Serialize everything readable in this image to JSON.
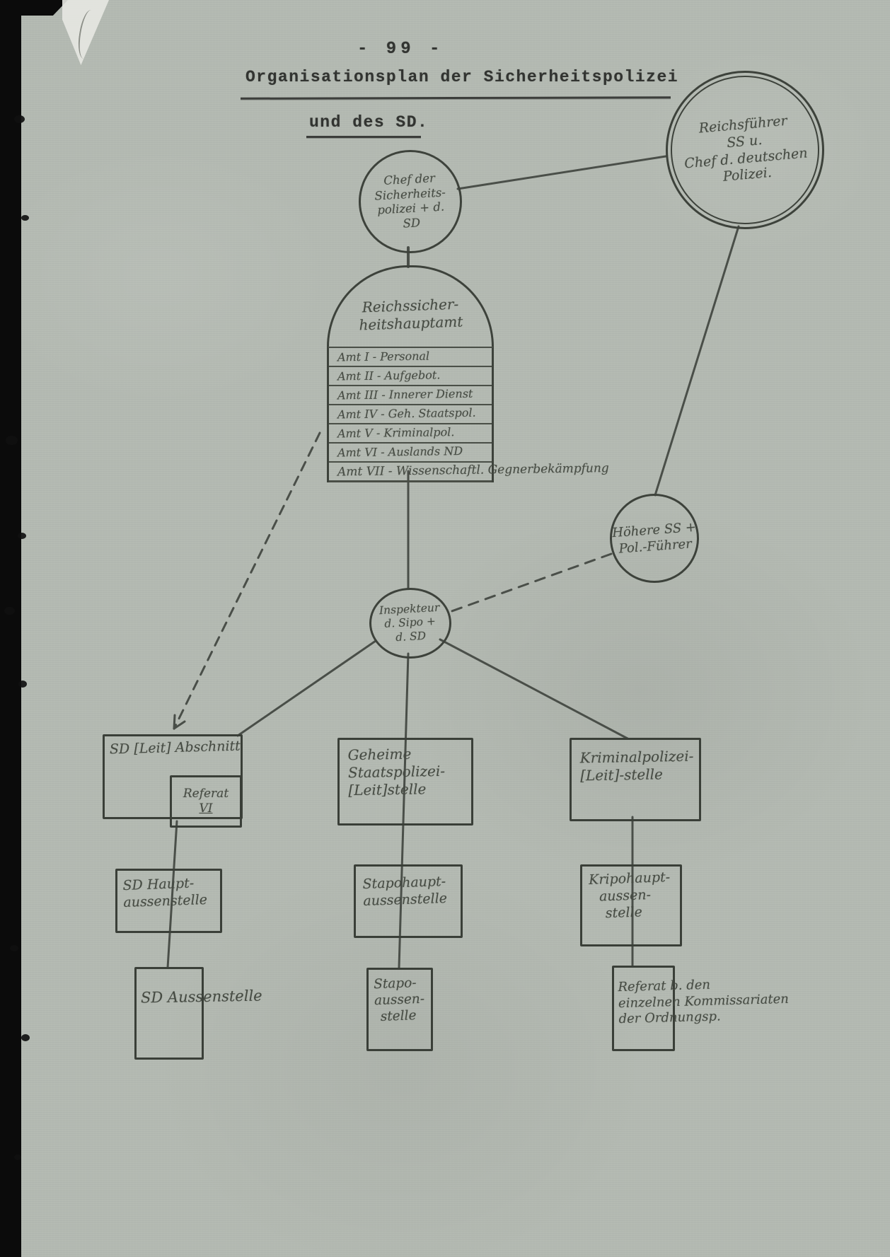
{
  "page": {
    "number": "- 99 -",
    "title": "Organisationsplan der Sicherheitspolizei",
    "subtitle": "und des SD."
  },
  "nodes": {
    "reichsfuehrer": {
      "lines": [
        "Reichsführer",
        "SS u.",
        "Chef d. deutschen",
        "Polizei."
      ]
    },
    "chef_sipo": {
      "lines": [
        "Chef der",
        "Sicherheits-",
        "polizei + d.",
        "SD"
      ]
    },
    "rsha": {
      "lines": [
        "Reichssicher-",
        "heitshauptamt"
      ],
      "aemter": [
        "Amt I - Personal",
        "Amt II - Aufgebot.",
        "Amt III - Innerer Dienst",
        "Amt IV - Geh. Staatspol.",
        "Amt V - Kriminalpol.",
        "Amt VI - Auslands ND",
        "Amt VII - Wissenschaftl. Gegnerbekämpfung"
      ]
    },
    "hoehere": {
      "lines": [
        "Höhere SS +",
        "Pol.-Führer"
      ]
    },
    "inspekteur": {
      "lines": [
        "Inspekteur",
        "d. Sipo +",
        "d. SD"
      ]
    },
    "sd_abschnitt": {
      "label": "SD [Leit] Abschnitt",
      "referat": {
        "lines": [
          "Referat",
          "VI"
        ]
      }
    },
    "gestapo": {
      "lines": [
        "Geheime",
        "Staatspolizei-",
        "[Leit]stelle"
      ]
    },
    "kripo": {
      "lines": [
        "Kriminalpolizei-",
        "[Leit]-stelle"
      ]
    },
    "sd_haupt": {
      "lines": [
        "SD Haupt-",
        "aussenstelle"
      ]
    },
    "stapo_haupt": {
      "lines": [
        "Stapohaupt-",
        "aussenstelle"
      ]
    },
    "kripo_haupt": {
      "lines": [
        "Kripohaupt-",
        "aussen-",
        "stelle"
      ]
    },
    "sd_aussen": {
      "label": "SD Aussenstelle"
    },
    "stapo_aussen": {
      "lines": [
        "Stapo-",
        "aussen-",
        "stelle"
      ]
    },
    "kripo_referat": {
      "lines": [
        "Referat b. den",
        "einzelnen Kommissariaten",
        "der Ordnungsp."
      ]
    }
  },
  "colors": {
    "paper": "#b4bab2",
    "typed_ink": "#323431",
    "pencil_ink": "#464b43",
    "scan_edge": "#0b0b0b"
  }
}
